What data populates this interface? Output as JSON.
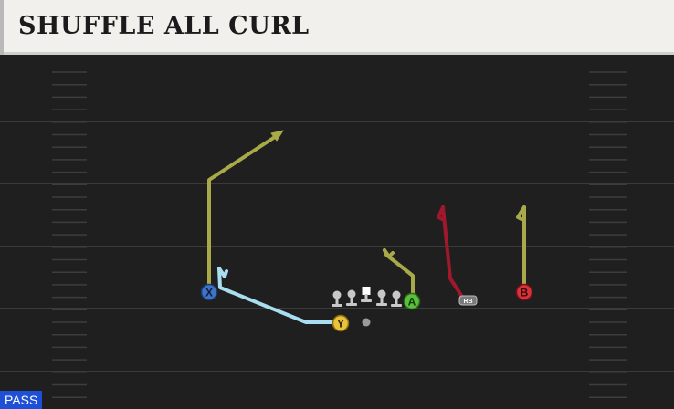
{
  "play": {
    "title": "SHUFFLE ALL CURL",
    "type_badge": "PASS"
  },
  "players": {
    "x": "X",
    "y": "Y",
    "a": "A",
    "b": "B",
    "rb": "RB"
  },
  "colors": {
    "field": "#1f1f1f",
    "yard_line": "#3a3a3a",
    "hash": "#3d3d3d",
    "route_olive": "#a9a94a",
    "route_light_blue": "#a9def0",
    "route_red": "#a0182c",
    "x_player": "#3f73c8",
    "y_player": "#e9c33a",
    "a_player": "#5cbf3c",
    "b_player": "#d8323a",
    "rb_player": "#7a7a7a",
    "lineman": "#c8c8c8",
    "badge": "#1d4fd7"
  },
  "icons": {
    "route_end": "arrow-icon",
    "lineman": "lineman-icon",
    "center": "center-square-icon",
    "quarterback": "qb-dot-icon"
  }
}
